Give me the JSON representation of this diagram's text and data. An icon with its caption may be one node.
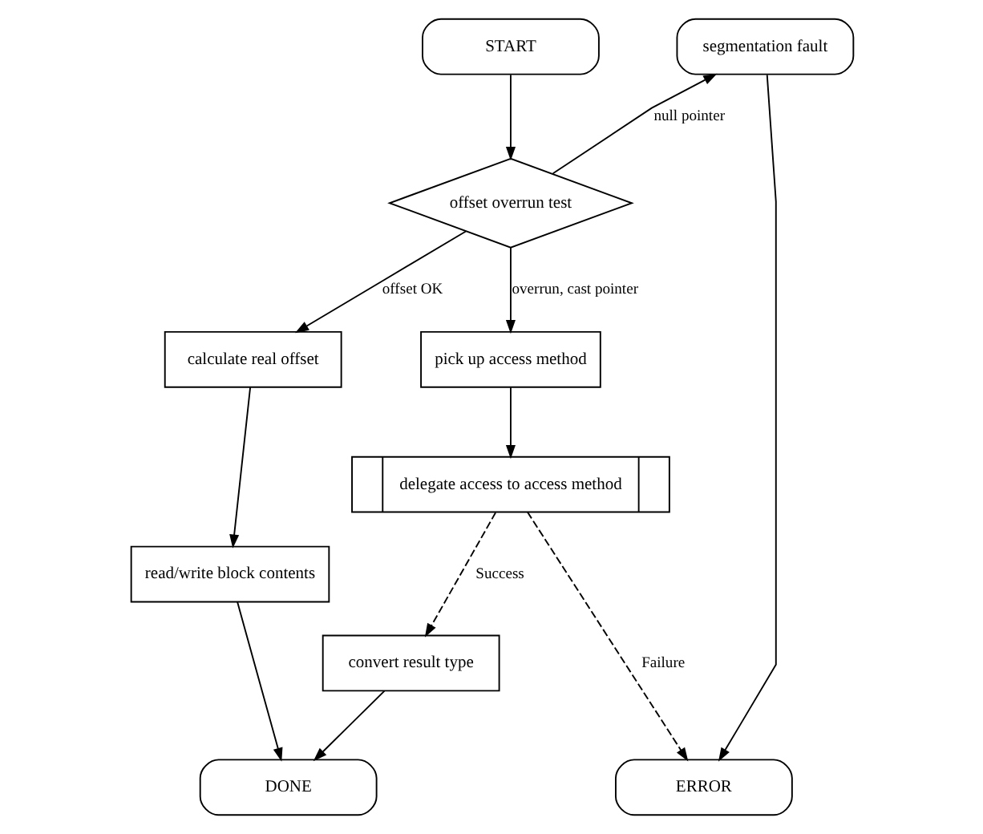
{
  "diagram": {
    "nodes": [
      {
        "text": [
          "START"
        ]
      },
      {
        "text": [
          "segmentation fault"
        ]
      },
      {
        "text": [
          "offset overrun test"
        ]
      },
      {
        "text": [
          "calculate real offset"
        ]
      },
      {
        "text": [
          "pick up access method"
        ]
      },
      {
        "text": [
          "read/write block contents"
        ]
      },
      {
        "text": [
          "delegate access to access method"
        ]
      },
      {
        "text": [
          "convert result type"
        ]
      },
      {
        "text": [
          "DONE"
        ]
      },
      {
        "text": [
          "ERROR"
        ]
      }
    ],
    "edges": [
      {
        "from": 0,
        "to": 2,
        "arrow": "to"
      },
      {
        "from": 2,
        "to": 1,
        "arrow": "to",
        "label": "null pointer"
      },
      {
        "from": 2,
        "to": 4,
        "arrow": "to",
        "label": "overrun, cast pointer"
      },
      {
        "from": 2,
        "to": 3,
        "arrow": "to",
        "label": "offset OK"
      },
      {
        "from": 3,
        "to": 5,
        "arrow": "to"
      },
      {
        "from": 5,
        "to": 8,
        "arrow": "to"
      },
      {
        "from": 4,
        "to": 6,
        "arrow": "to"
      },
      {
        "from": 6,
        "to": 7,
        "arrow": "to",
        "label": "Success",
        "style": "dashed"
      },
      {
        "from": 6,
        "to": 9,
        "arrow": "to",
        "label": "Failure",
        "style": "dashed"
      },
      {
        "from": 7,
        "to": 8,
        "arrow": "to"
      },
      {
        "from": 1,
        "to": 9,
        "arrow": "to"
      }
    ]
  }
}
